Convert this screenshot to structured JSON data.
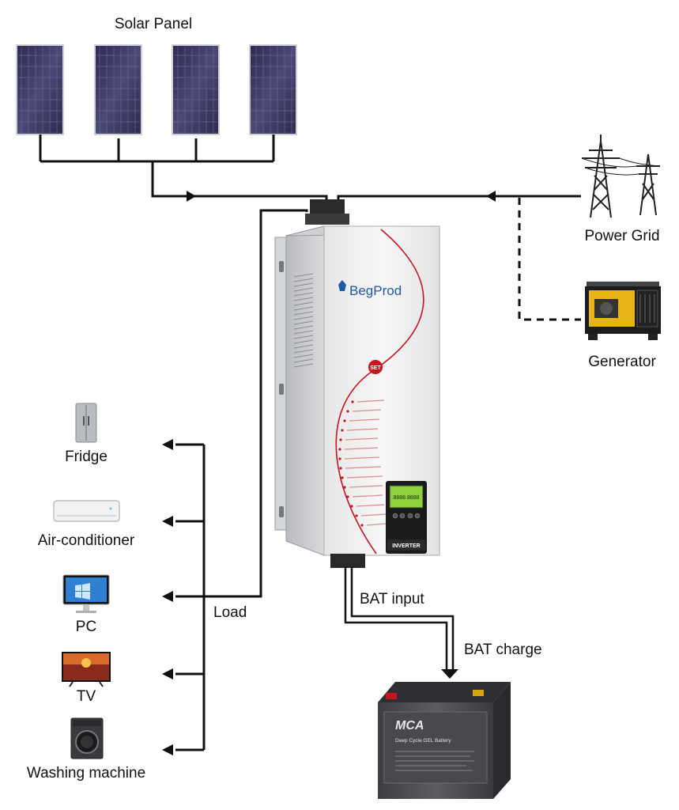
{
  "sources": {
    "solar_label": "Solar Panel",
    "grid_label": "Power Grid",
    "generator_label": "Generator"
  },
  "inverter": {
    "brand": "BegProd",
    "set_button": "SET",
    "model_label": "INVERTER",
    "lcd_readout": "8888 8888"
  },
  "loads": {
    "label": "Load",
    "items": [
      "Fridge",
      "Air-conditioner",
      "PC",
      "TV",
      "Washing machine"
    ]
  },
  "battery": {
    "input_label": "BAT input",
    "charge_label": "BAT charge",
    "brand": "MCA",
    "type_text": "Deep Cycle GEL Battery"
  },
  "colors": {
    "wire": "#111111",
    "solar_cell": "#3c3a63",
    "inverter_body": "#f2f2f2",
    "inverter_accent": "#c8141e",
    "lcd": "#8fd13c",
    "battery_body": "#4e4e52"
  },
  "icons": [
    "solar-panel-icon",
    "power-tower-icon",
    "generator-icon",
    "inverter-icon",
    "fridge-icon",
    "air-conditioner-icon",
    "pc-icon",
    "tv-icon",
    "washing-machine-icon",
    "battery-icon"
  ]
}
